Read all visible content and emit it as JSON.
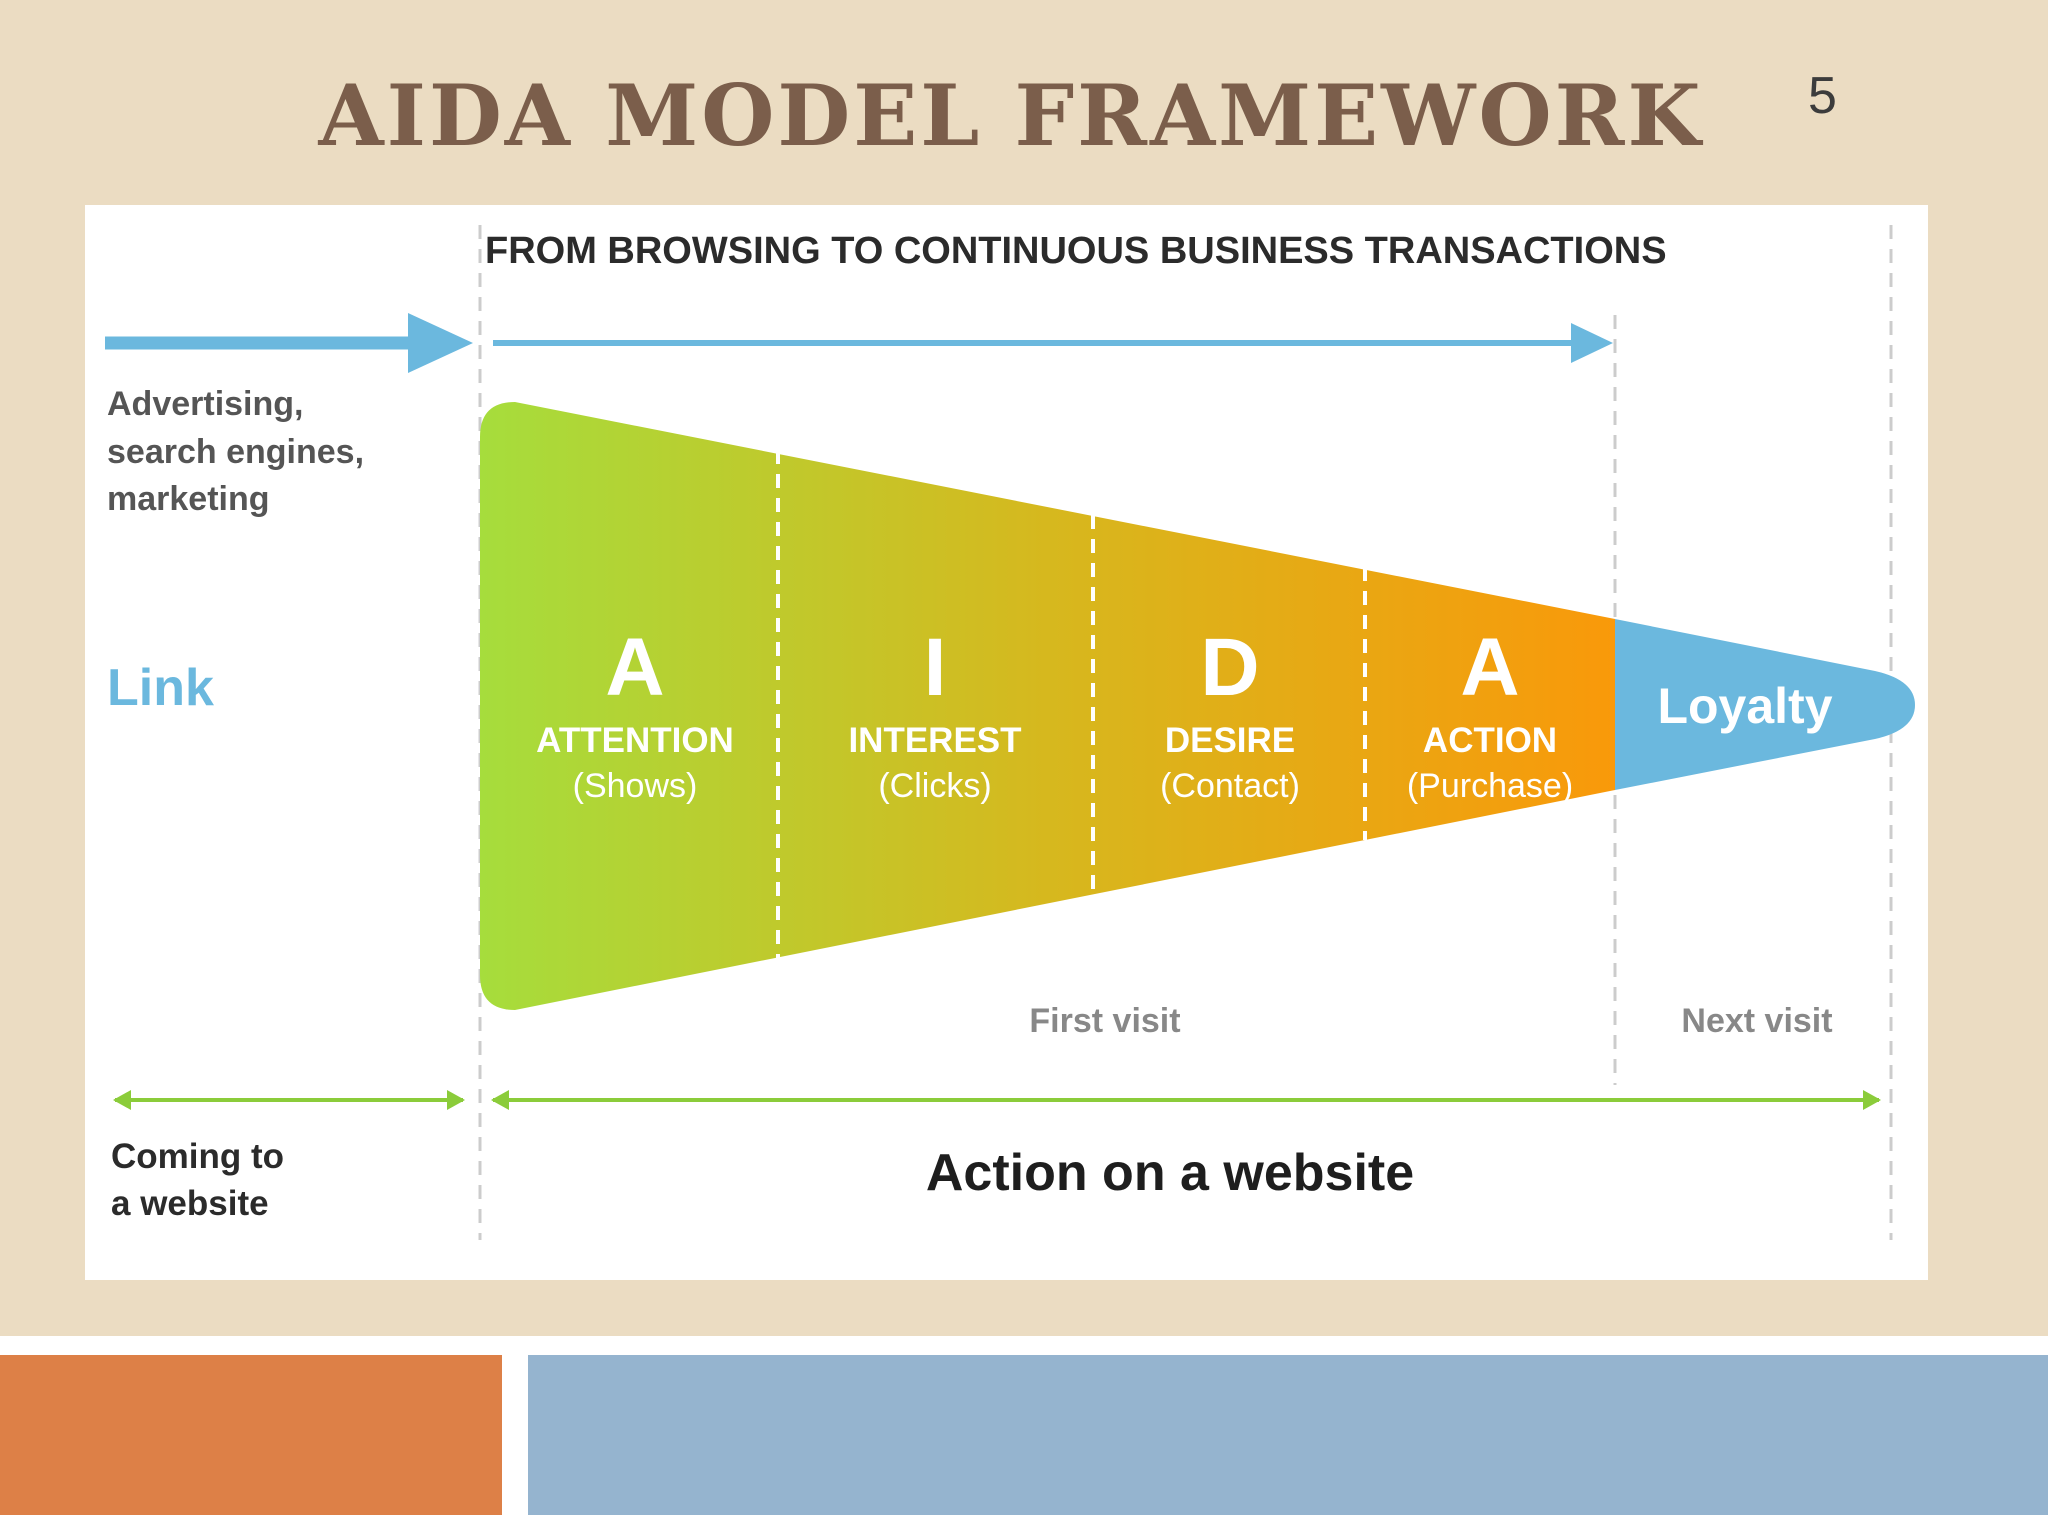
{
  "slide": {
    "title": "AIDA MODEL FRAMEWORK",
    "number": "5"
  },
  "diagram": {
    "header": "FROM BROWSING TO CONTINUOUS BUSINESS TRANSACTIONS",
    "left": {
      "sources": [
        "Advertising,",
        "search engines,",
        "marketing"
      ],
      "link": "Link",
      "coming": [
        "Coming to",
        "a website"
      ]
    },
    "stages": [
      {
        "letter": "A",
        "name": "ATTENTION",
        "detail": "(Shows)"
      },
      {
        "letter": "I",
        "name": "INTEREST",
        "detail": "(Clicks)"
      },
      {
        "letter": "D",
        "name": "DESIRE",
        "detail": "(Contact)"
      },
      {
        "letter": "A",
        "name": "ACTION",
        "detail": "(Purchase)"
      }
    ],
    "loyalty": "Loyalty",
    "first_visit": "First visit",
    "next_visit": "Next visit",
    "action_on_website": "Action on a website"
  },
  "colors": {
    "background": "#ebdcc2",
    "title": "#7b5e4b",
    "funnel_start": "#a6dd3c",
    "funnel_mid": "#d6b81e",
    "funnel_end": "#f9990a",
    "loyalty": "#6bb8de",
    "arrow_blue": "#6bb8de",
    "arrow_green": "#8bcc3a",
    "footer_orange": "#dd8047",
    "footer_blue": "#95b4cf"
  }
}
